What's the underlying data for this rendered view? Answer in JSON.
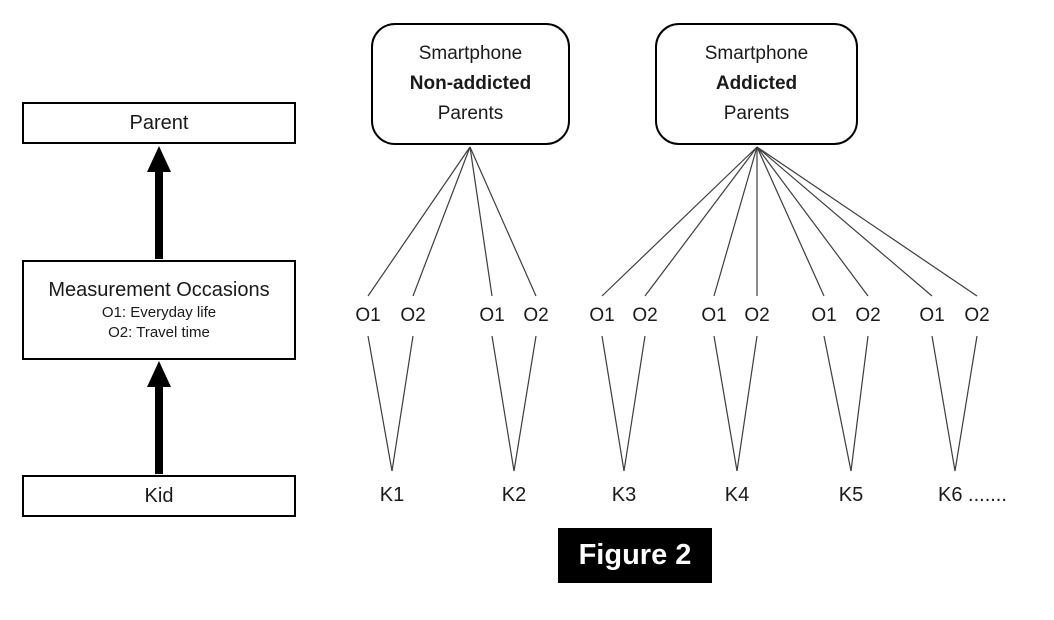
{
  "figure": {
    "caption": "Figure 2"
  },
  "left_panel": {
    "parent_label": "Parent",
    "measurement": {
      "title": "Measurement Occasions",
      "occasion1": "O1: Everyday life",
      "occasion2": "O2: Travel time"
    },
    "kid_label": "Kid"
  },
  "groups": {
    "non_addicted": {
      "line1": "Smartphone",
      "line2": "Non-addicted",
      "line3": "Parents"
    },
    "addicted": {
      "line1": "Smartphone",
      "line2": "Addicted",
      "line3": "Parents"
    }
  },
  "occasions": [
    "O1",
    "O2",
    "O1",
    "O2",
    "O1",
    "O2",
    "O1",
    "O2",
    "O1",
    "O2",
    "O1",
    "O2"
  ],
  "kids": [
    "K1",
    "K2",
    "K3",
    "K4",
    "K5",
    "K6 ......."
  ],
  "colors": {
    "line": "#3d3d3d",
    "box_border": "#000000",
    "arrow": "#000000",
    "figure_bg": "#000000",
    "figure_text": "#ffffff"
  }
}
